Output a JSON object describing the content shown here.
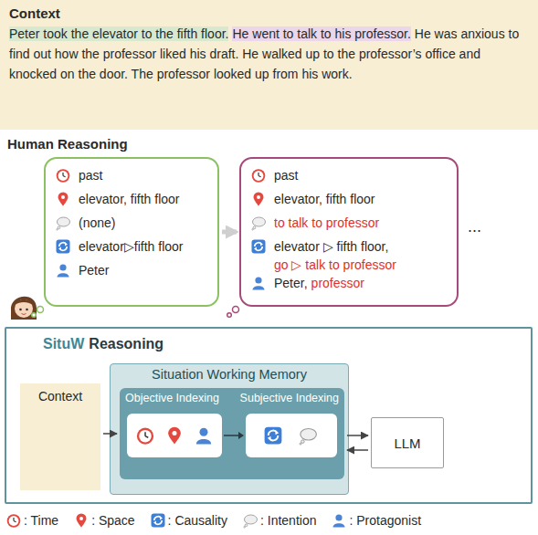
{
  "diagram": {
    "nodes": [
      {
        "text": [
          "Context",
          "Peter took the elevator to the fifth floor.",
          "He went to talk to his professor.",
          "He was anxious to find out how the professor liked his draft. He walked up to the professor’s office and knocked on the door. The professor looked up from his work."
        ]
      },
      {
        "text": [
          "past",
          "elevator, fifth floor",
          "(none)",
          "elevator▷fifth floor",
          "Peter"
        ]
      },
      {
        "text": [
          "past",
          "elevator, fifth floor",
          "to talk to professor",
          "elevator ▷ fifth floor,",
          "go ▷ talk to professor",
          "Peter,",
          "professor"
        ]
      },
      {
        "text": [
          "SituW",
          "Reasoning"
        ]
      },
      {
        "text": [
          "Context"
        ],
        "in": 3
      },
      {
        "text": [
          "Situation Working Memory"
        ],
        "in": 3
      },
      {
        "text": [
          "Objective Indexing",
          "Subjective Indexing"
        ],
        "in": 5
      },
      {
        "text": [
          "LLM"
        ],
        "in": 3
      }
    ],
    "edges": [
      {
        "from": 1,
        "to": 2,
        "arrow": "to"
      },
      {
        "from": 4,
        "to": 6,
        "arrow": "to"
      },
      {
        "from": 6,
        "to": 7,
        "arrow": "to"
      },
      {
        "from": 7,
        "to": 6,
        "arrow": "to"
      }
    ],
    "labels": [
      "Human Reasoning",
      "..."
    ],
    "legend": [
      {
        "text": ": Time"
      },
      {
        "text": ": Space"
      },
      {
        "text": ": Causality"
      },
      {
        "text": ": Intention"
      },
      {
        "text": ": Protagonist"
      }
    ]
  }
}
